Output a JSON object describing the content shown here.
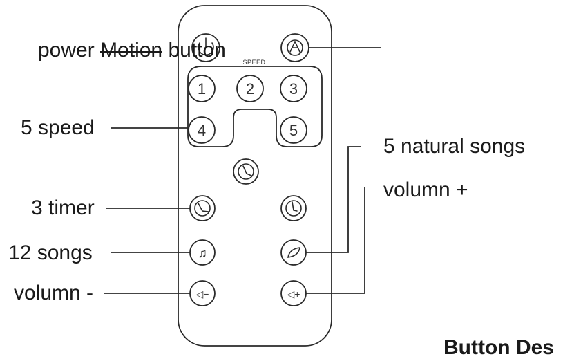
{
  "labels": {
    "power": "power",
    "motion_struck": "Motion",
    "button": "button",
    "five_speed": "5 speed",
    "three_timer": "3 timer",
    "twelve_songs": "12 songs",
    "volume_minus": "volumn -",
    "natural_songs": "5 natural songs",
    "volume_plus": "volumn +",
    "bottom_cut": "Button Des"
  },
  "remote": {
    "speed_heading": "SPEED",
    "speed_buttons": [
      "1",
      "2",
      "3",
      "4",
      "5"
    ]
  },
  "icons": [
    "power-icon",
    "motion-icon",
    "timer-icon",
    "music-note-icon",
    "leaf-icon",
    "volume-down-icon",
    "volume-up-icon"
  ]
}
